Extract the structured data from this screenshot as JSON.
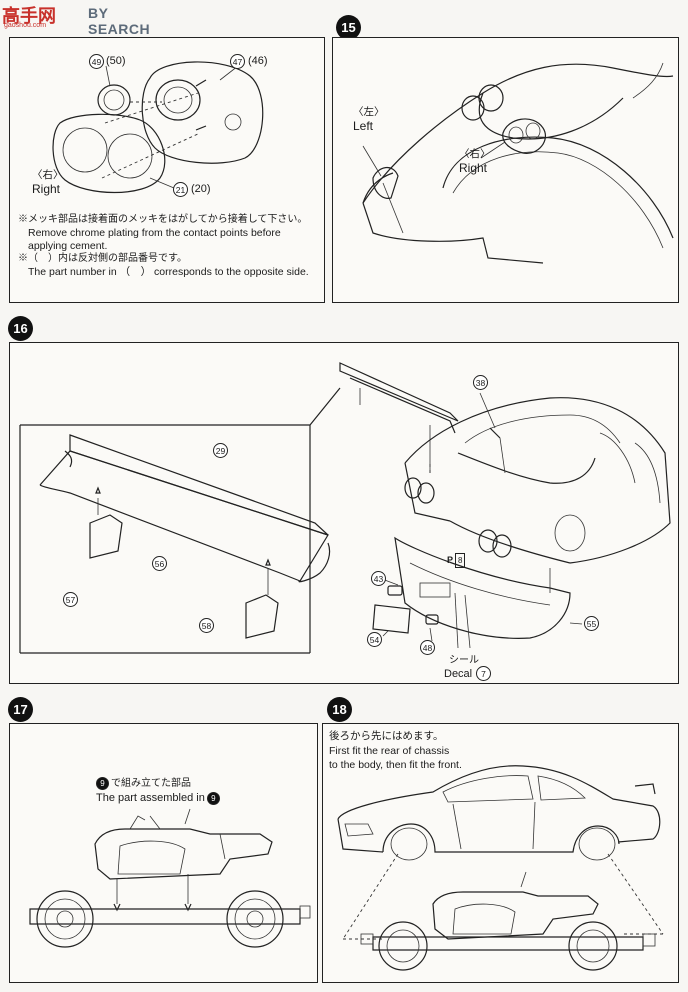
{
  "watermark": {
    "brand": "高手网",
    "domain": "gaoshou.com",
    "search": "BY SEARCH"
  },
  "step14": {
    "parts": [
      "49",
      "50",
      "47",
      "46",
      "21",
      "20"
    ],
    "right_jp": "〈右〉",
    "right_en": "Right",
    "note1_jp": "※メッキ部品は接着面のメッキをはがしてから接着して下さい。",
    "note1_en_a": "Remove chrome plating from the contact points before",
    "note1_en_b": "applying cement.",
    "note2_jp": "※（　）内は反対側の部品番号です。",
    "note2_en": "The part number in （　） corresponds to the opposite side."
  },
  "step15": {
    "number": "15",
    "left_jp": "〈左〉",
    "left_en": "Left",
    "right_jp": "〈右〉",
    "right_en": "Right"
  },
  "step16": {
    "number": "16",
    "parts": [
      "29",
      "56",
      "57",
      "58",
      "38",
      "43",
      "54",
      "48",
      "55"
    ],
    "pref": "P",
    "pref_num": "8",
    "seal_jp": "シール",
    "decal_en": "Decal",
    "decal_num": "7"
  },
  "step17": {
    "number": "17",
    "num9": "9",
    "text_jp": "で組み立てた部品",
    "text_en": "The part assembled in"
  },
  "step18": {
    "number": "18",
    "text_jp": "後ろから先にはめます。",
    "text_en_a": "First fit the rear of chassis",
    "text_en_b": "to the body, then fit the front."
  }
}
